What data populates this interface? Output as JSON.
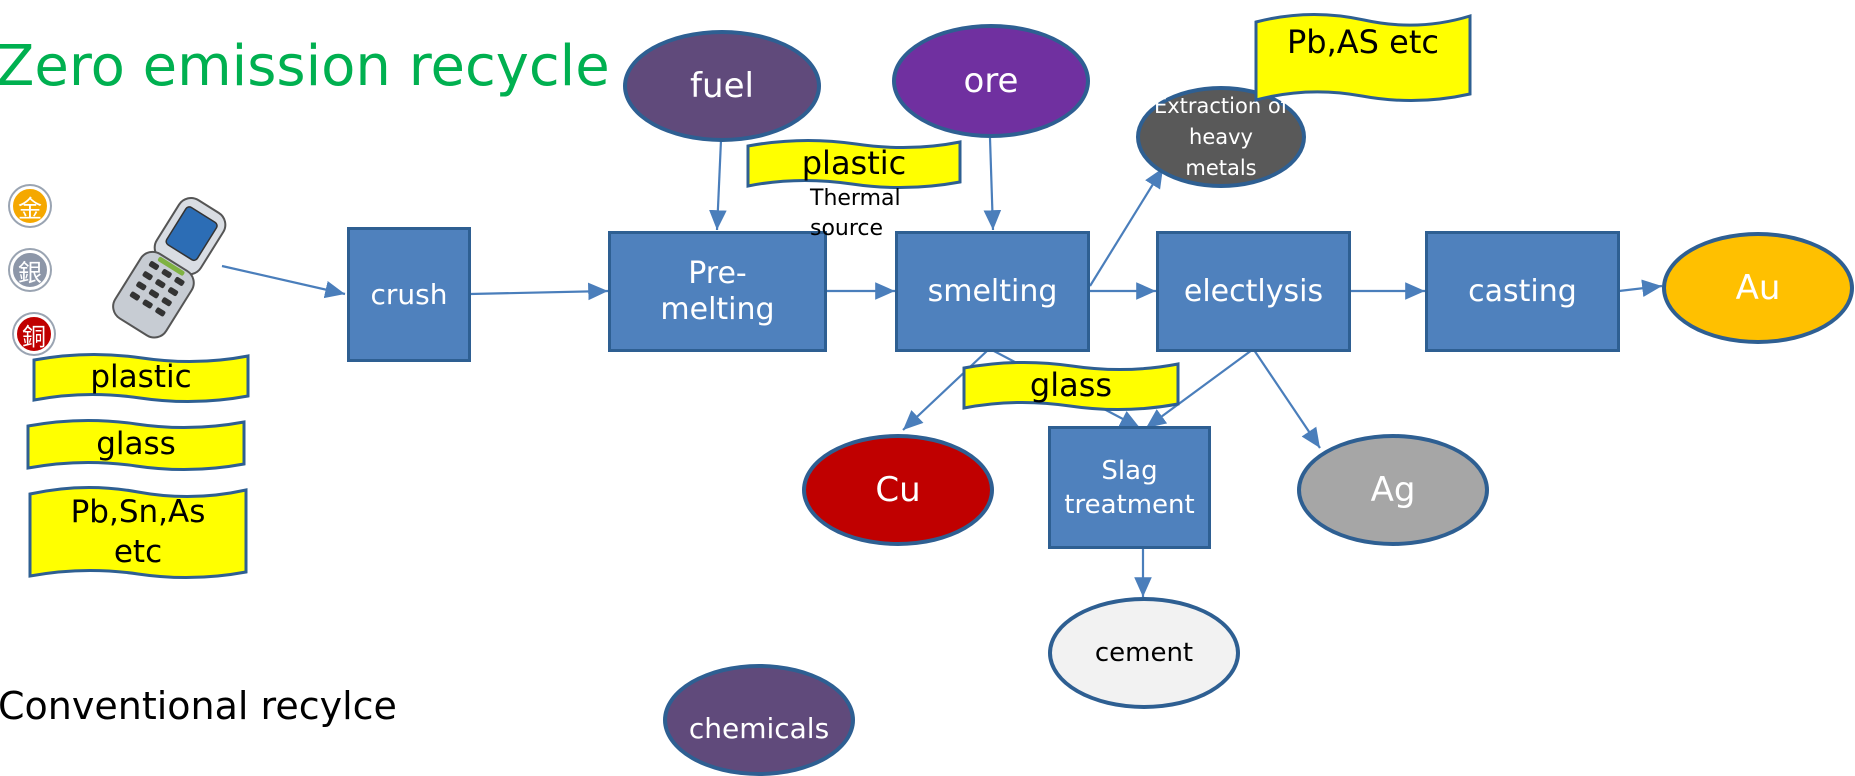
{
  "title": "Zero emission  recycle",
  "subtitle": "Conventional recylce",
  "metal_icons": [
    {
      "label": "金",
      "color": "#f5a800"
    },
    {
      "label": "銀",
      "color": "#8c96a8"
    },
    {
      "label": "銅",
      "color": "#c00000"
    }
  ],
  "phone": {
    "icon": "mobile-phone-icon"
  },
  "left_tags": [
    "plastic",
    "glass",
    "Pb,Sn,As etc"
  ],
  "processes": {
    "crush": "crush",
    "premelting": "Pre-melting",
    "smelting": "smelting",
    "electrolysis": "electlysis",
    "casting": "casting",
    "slag": "Slag treatment"
  },
  "inputs": {
    "fuel": "fuel",
    "ore": "ore",
    "plastic": "plastic",
    "thermal_source": "Thermal source",
    "extraction": "Extraction of heavy metals",
    "pb_as": "Pb,AS etc",
    "glass": "glass"
  },
  "products": {
    "au": "Au",
    "cu": "Cu",
    "ag": "Ag",
    "cement": "cement"
  },
  "partial_bottom": "chemicals",
  "colors": {
    "box": "#4f81bd",
    "border": "#2e5f92",
    "arrow": "#4a7ebb",
    "fuel": "#604a7b",
    "ore": "#7030a0",
    "extraction": "#595959",
    "tag": "#ffff00",
    "au": "#ffc000",
    "cu": "#c00000",
    "ag": "#a6a6a6",
    "cement": "#f2f2f2",
    "title": "#00b050"
  }
}
